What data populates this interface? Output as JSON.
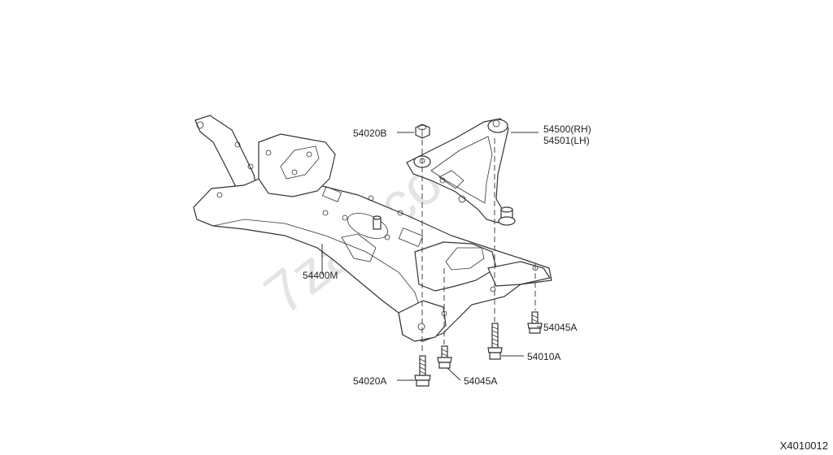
{
  "labels": {
    "nut_top": "54020B",
    "arm_rh": "54500(RH)",
    "arm_lh": "54501(LH)",
    "member": "54400M",
    "bolt_right": "54045A",
    "bolt_long": "54010A",
    "bolt_left": "54020A",
    "bolt_mid": "54045A"
  },
  "watermark": "7zap.com",
  "ref_code": "X4010012"
}
